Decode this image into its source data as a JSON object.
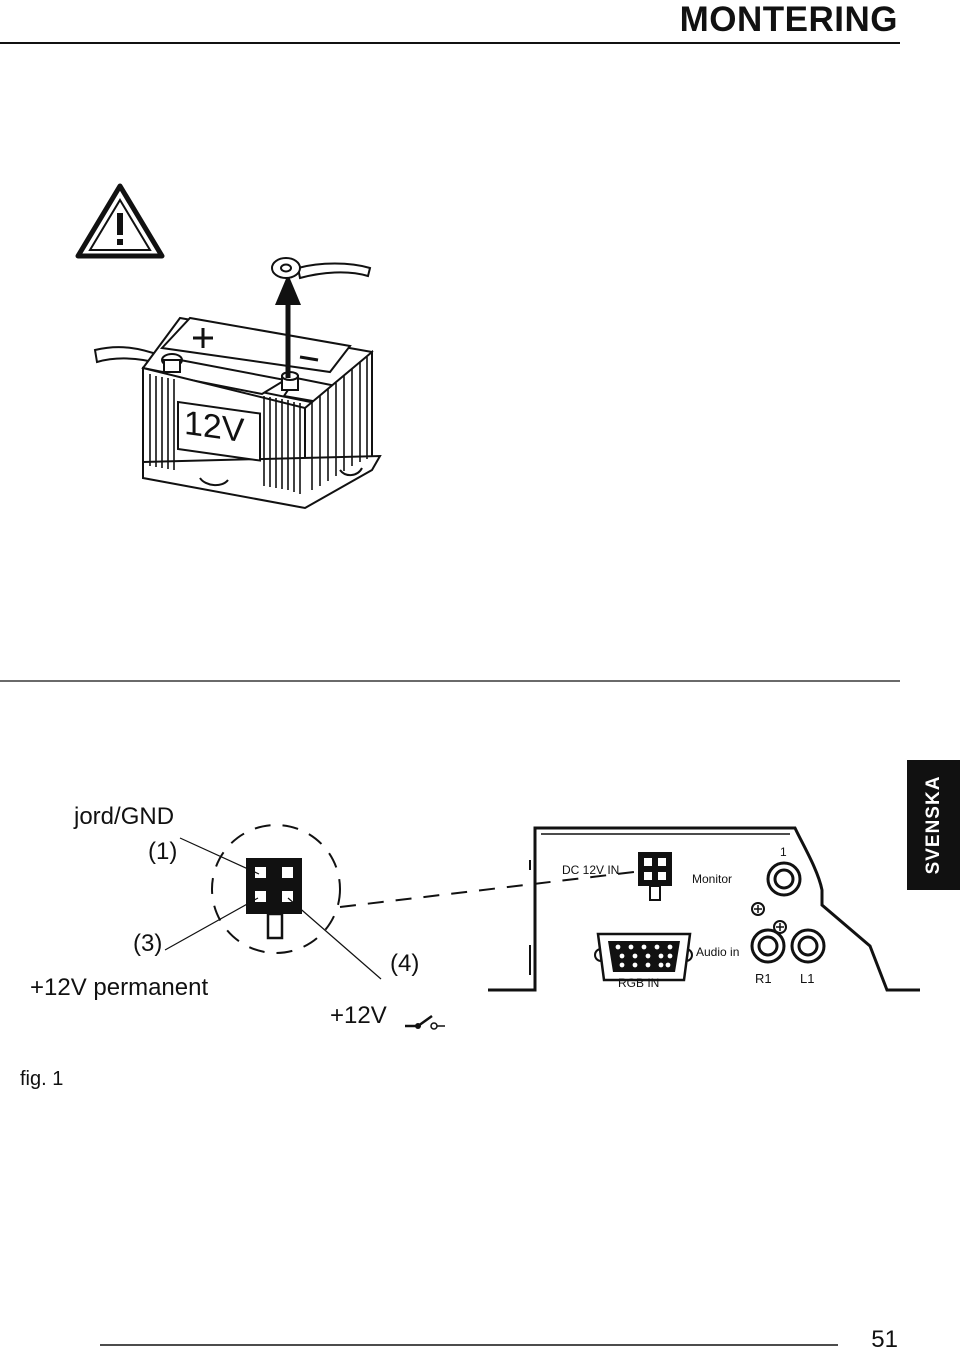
{
  "header": {
    "title": "MONTERING"
  },
  "side_tab": {
    "label": "SVENSKA"
  },
  "battery": {
    "voltage_label": "12V",
    "plus_symbol": "+",
    "minus_symbol": "−"
  },
  "wiring": {
    "gnd_label": "jord/GND",
    "gnd_num": "(1)",
    "perm_num": "(3)",
    "perm_label": "+12V permanent",
    "ign_num": "(4)",
    "ign_label": "+12V"
  },
  "device": {
    "dc_in": "DC 12V IN",
    "monitor": "Monitor",
    "monitor_num": "1",
    "audio_in": "Audio in",
    "rgb_in": "RGB IN",
    "r1": "R1",
    "l1": "L1"
  },
  "figure": {
    "caption": "fig. 1"
  },
  "footer": {
    "page_number": "51"
  }
}
